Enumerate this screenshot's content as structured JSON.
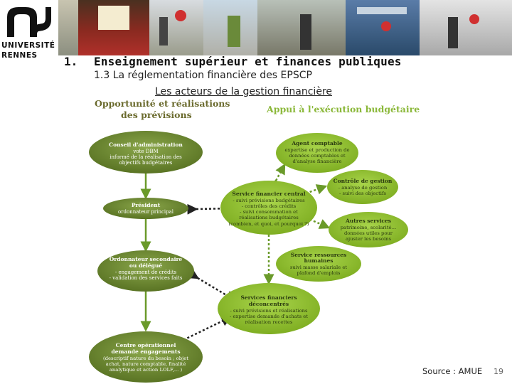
{
  "logo": {
    "line1": "UNIVERSITÉ",
    "line2": "RENNES"
  },
  "header": {
    "number": "1.",
    "title": "Enseignement supérieur et finances publiques",
    "subtitle": "1.3 La réglementation financière des EPSCP",
    "section": "Les acteurs de la gestion financière"
  },
  "diagram": {
    "left_heading_1": "Opportunité et réalisations",
    "left_heading_2": "des prévisions",
    "right_heading": "Appui à l'exécution budgétaire",
    "nodes": {
      "ca": {
        "title": "Conseil d'administration",
        "lines": [
          "vote DBM",
          "informé de la réalisation des",
          "objectifs budgétaires"
        ]
      },
      "president": {
        "title": "Président",
        "lines": [
          "ordonnateur principal"
        ]
      },
      "ordo": {
        "title": "Ordonnateur secondaire",
        "lines": [
          "ou délégué",
          "- engagement de crédits",
          "- validation des services faits"
        ]
      },
      "centre": {
        "title": "Centre opérationnel",
        "lines": [
          "demande engagements",
          "(descriptif nature du besoin ; objet",
          "achat, nature comptable, finalité",
          "analytique et action LOLF,... )"
        ]
      },
      "agent": {
        "title": "Agent comptable",
        "lines": [
          "expertise et production de",
          "données comptables et",
          "d'analyse financière"
        ]
      },
      "sfc": {
        "title": "Service financier central",
        "lines": [
          "- suivi prévisions budgétaires",
          "- contrôles des crédits",
          "- suivi consommation et",
          "réalisations budgétaires",
          "(combien, et quoi, et pourquoi ?)"
        ]
      },
      "cdg": {
        "title": "Contrôle de gestion",
        "lines": [
          "- analyse de gestion",
          "- suivi des objectifs"
        ]
      },
      "autres": {
        "title": "Autres services",
        "lines": [
          "patrimoine, scolarité…",
          "données utiles pour",
          "ajuster les besoins"
        ]
      },
      "rh": {
        "title": "Service ressources",
        "lines": [
          "humaines",
          "suivi masse salariale et",
          "plafond d'emplois"
        ]
      },
      "sfd": {
        "title": "Services financiers",
        "lines": [
          "déconcentrés",
          "- suivi prévisions et réalisations",
          "- expertise demande d'achats et",
          "réalisation recettes"
        ]
      }
    }
  },
  "footer": {
    "source": "Source : AMUE",
    "page": "19"
  },
  "colors": {
    "green_dark": "#5e7d28",
    "green_mid": "#7d9c3a",
    "green_light": "#8fba2e",
    "heading_green": "#8bb83a",
    "heading_olive": "#6b6b2e"
  }
}
